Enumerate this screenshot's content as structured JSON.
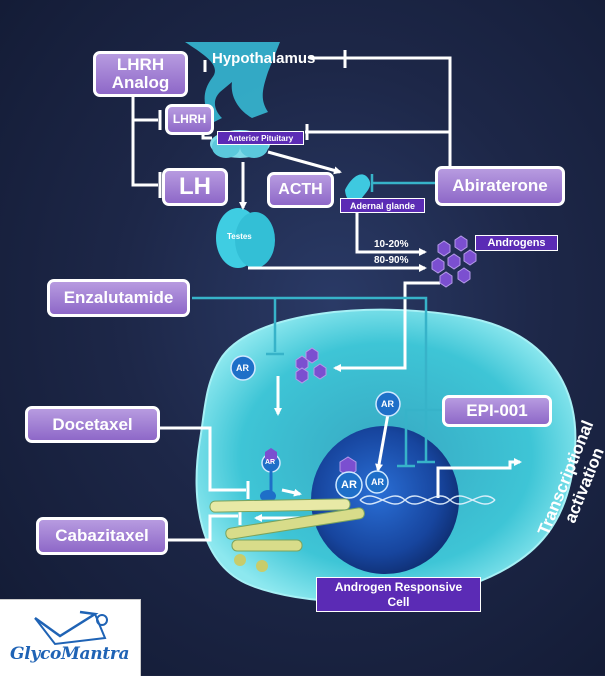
{
  "labels": {
    "hypothalamus": "Hypothalamus",
    "lhrh_analog": "LHRH Analog",
    "lhrh": "LHRH",
    "anterior_pituitary": "Anterior Pituitary",
    "lh": "LH",
    "acth": "ACTH",
    "abiraterone": "Abiraterone",
    "adrenal_gland": "Adernal glande",
    "testes": "Testes",
    "pct_adrenal": "10-20%",
    "pct_testes": "80-90%",
    "androgens": "Androgens",
    "enzalutamide": "Enzalutamide",
    "ar": "AR",
    "docetaxel": "Docetaxel",
    "epi_001": "EPI-001",
    "cabazitaxel": "Cabazitaxel",
    "transcriptional_activation": "Transcriptional activation",
    "androgen_responsive_cell": "Androgen Responsive Cell"
  },
  "logo": {
    "text": "GlycoMantra"
  },
  "colors": {
    "background": "#1b2340",
    "drug_box": "#9b79d2",
    "tag": "#5b2bb5",
    "organ": "#3ec9e0",
    "cell": "#3fc6d4",
    "nucleus": "#1a4fb0",
    "inhibition_line": "#37b3c9",
    "androgen": "#7b4fd0"
  }
}
